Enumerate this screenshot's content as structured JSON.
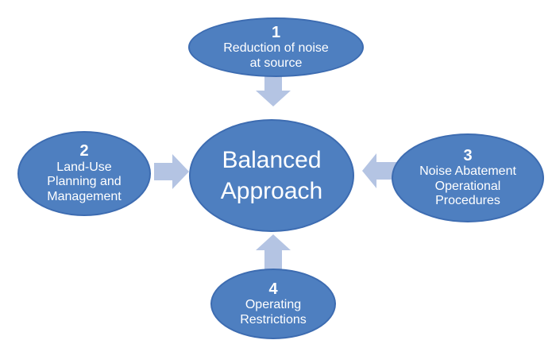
{
  "colors": {
    "node_fill": "#4e7fc0",
    "node_border": "#3d6cb1",
    "arrow_fill": "#b4c4e3",
    "text": "#ffffff",
    "background": "#ffffff"
  },
  "nodes": {
    "center": {
      "label": "Balanced\nApproach"
    },
    "top": {
      "number": "1",
      "label": "Reduction of noise\nat source"
    },
    "left": {
      "number": "2",
      "label": "Land-Use\nPlanning and\nManagement"
    },
    "right": {
      "number": "3",
      "label": "Noise Abatement\nOperational\nProcedures"
    },
    "bottom": {
      "number": "4",
      "label": "Operating\nRestrictions"
    }
  },
  "arrows": [
    {
      "name": "top-to-center",
      "direction": "down"
    },
    {
      "name": "left-to-center",
      "direction": "right"
    },
    {
      "name": "right-to-center",
      "direction": "left"
    },
    {
      "name": "bottom-to-center",
      "direction": "up"
    }
  ]
}
